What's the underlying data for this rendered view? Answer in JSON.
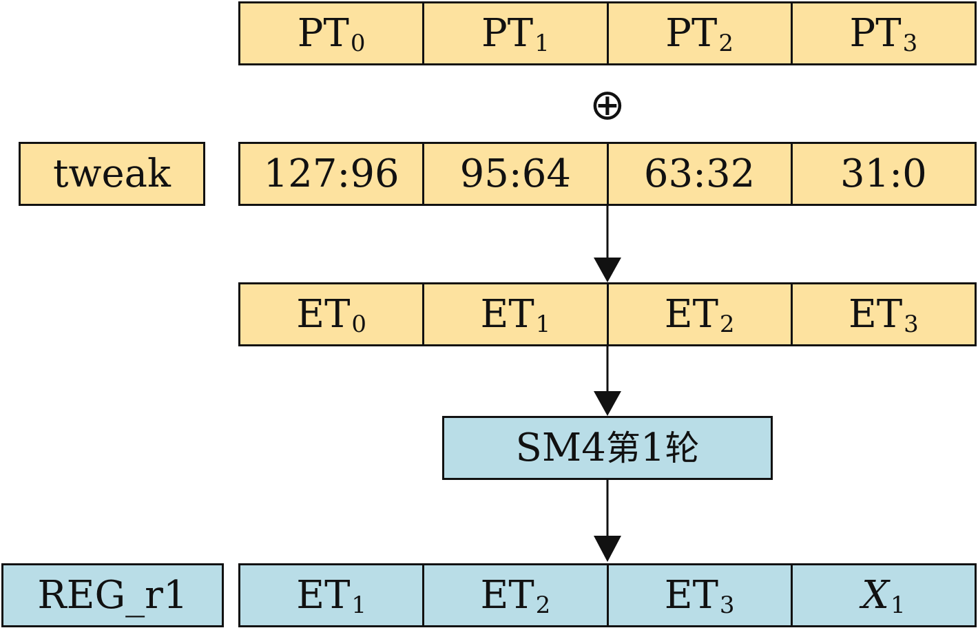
{
  "plaintext_row": {
    "cells": [
      {
        "main": "PT",
        "sub": "0"
      },
      {
        "main": "PT",
        "sub": "1"
      },
      {
        "main": "PT",
        "sub": "2"
      },
      {
        "main": "PT",
        "sub": "3"
      }
    ]
  },
  "xor_symbol": "⊕",
  "tweak_label": "tweak",
  "tweak_row": {
    "cells": [
      "127:96",
      "95:64",
      "63:32",
      "31:0"
    ]
  },
  "et_row": {
    "cells": [
      {
        "main": "ET",
        "sub": "0"
      },
      {
        "main": "ET",
        "sub": "1"
      },
      {
        "main": "ET",
        "sub": "2"
      },
      {
        "main": "ET",
        "sub": "3"
      }
    ]
  },
  "round_box": {
    "prefix": "SM4",
    "cjk1": "第",
    "number": "1",
    "cjk2": "轮"
  },
  "reg_label": "REG_r1",
  "output_row": {
    "cells": [
      {
        "main": "ET",
        "sub": "1"
      },
      {
        "main": "ET",
        "sub": "2"
      },
      {
        "main": "ET",
        "sub": "3"
      },
      {
        "main": "X",
        "sub": "1"
      }
    ]
  },
  "colors": {
    "yellow_fill": "#fde29f",
    "blue_fill": "#b9dde7",
    "stroke": "#111111"
  }
}
